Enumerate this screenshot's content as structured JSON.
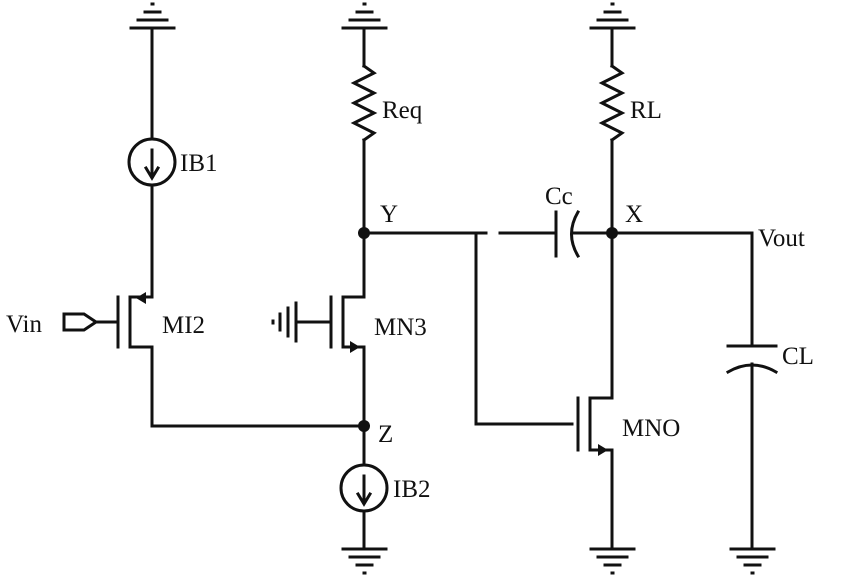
{
  "diagram": {
    "labels": {
      "req": "Req",
      "rl": "RL",
      "ib1": "IB1",
      "ib2": "IB2",
      "cc": "Cc",
      "cl": "CL",
      "y": "Y",
      "x": "X",
      "z": "Z",
      "vout": "Vout",
      "vin": "Vin",
      "mi2": "MI2",
      "mn3": "MN3",
      "mno": "MNO"
    }
  }
}
